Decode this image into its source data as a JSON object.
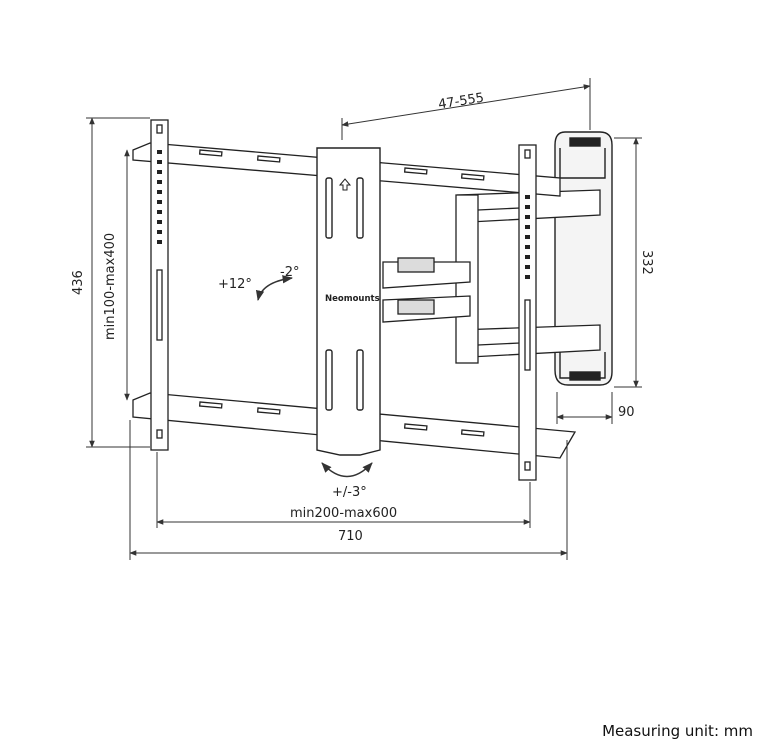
{
  "diagram": {
    "brand_label": "Neomounts",
    "dimensions": {
      "arm_extension": "47-555",
      "overall_height": "436",
      "vesa_height": "min100-max400",
      "wallplate_height": "332",
      "wallplate_depth": "90",
      "vesa_width": "min200-max600",
      "overall_width": "710"
    },
    "tilt": {
      "up": "+12°",
      "down": "-2°"
    },
    "rotation": "+/-3°"
  },
  "footer": {
    "unit_note": "Measuring unit: mm"
  },
  "colors": {
    "line": "#222222",
    "dim_line": "#333333",
    "background": "#ffffff"
  }
}
